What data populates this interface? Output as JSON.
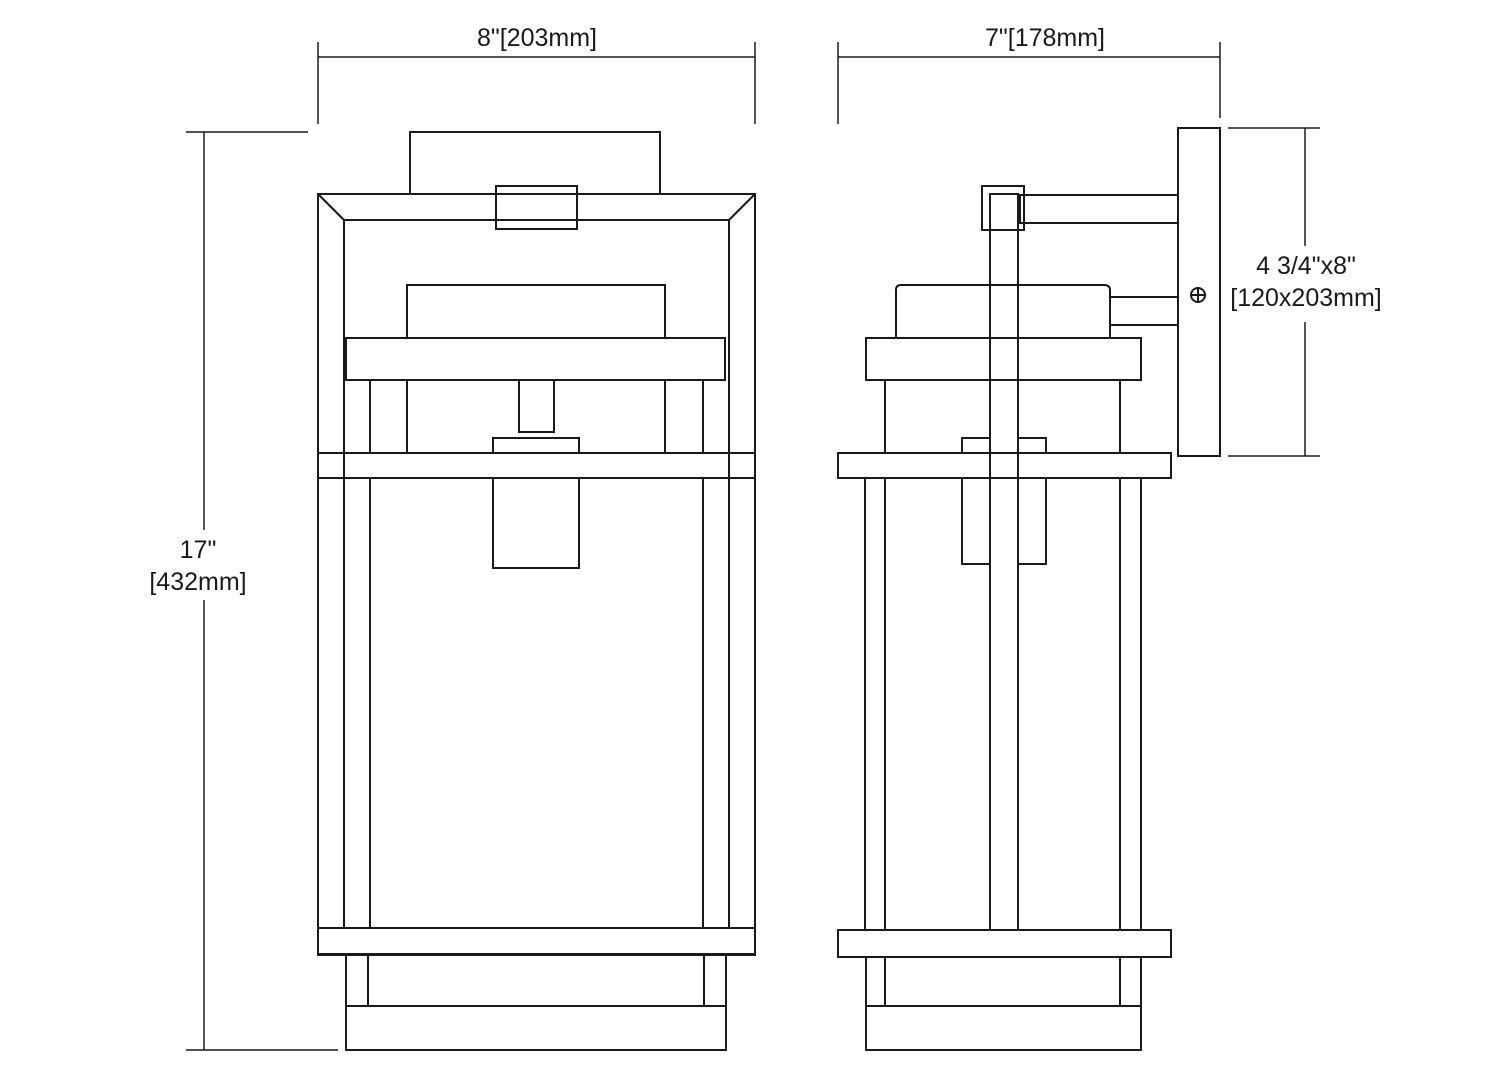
{
  "dimensions": {
    "front_width": "8\"[203mm]",
    "side_depth": "7\"[178mm]",
    "height_in": "17\"",
    "height_mm": "[432mm]",
    "backplate_in": "4 3/4\"x8\"",
    "backplate_mm": "[120x203mm]"
  }
}
